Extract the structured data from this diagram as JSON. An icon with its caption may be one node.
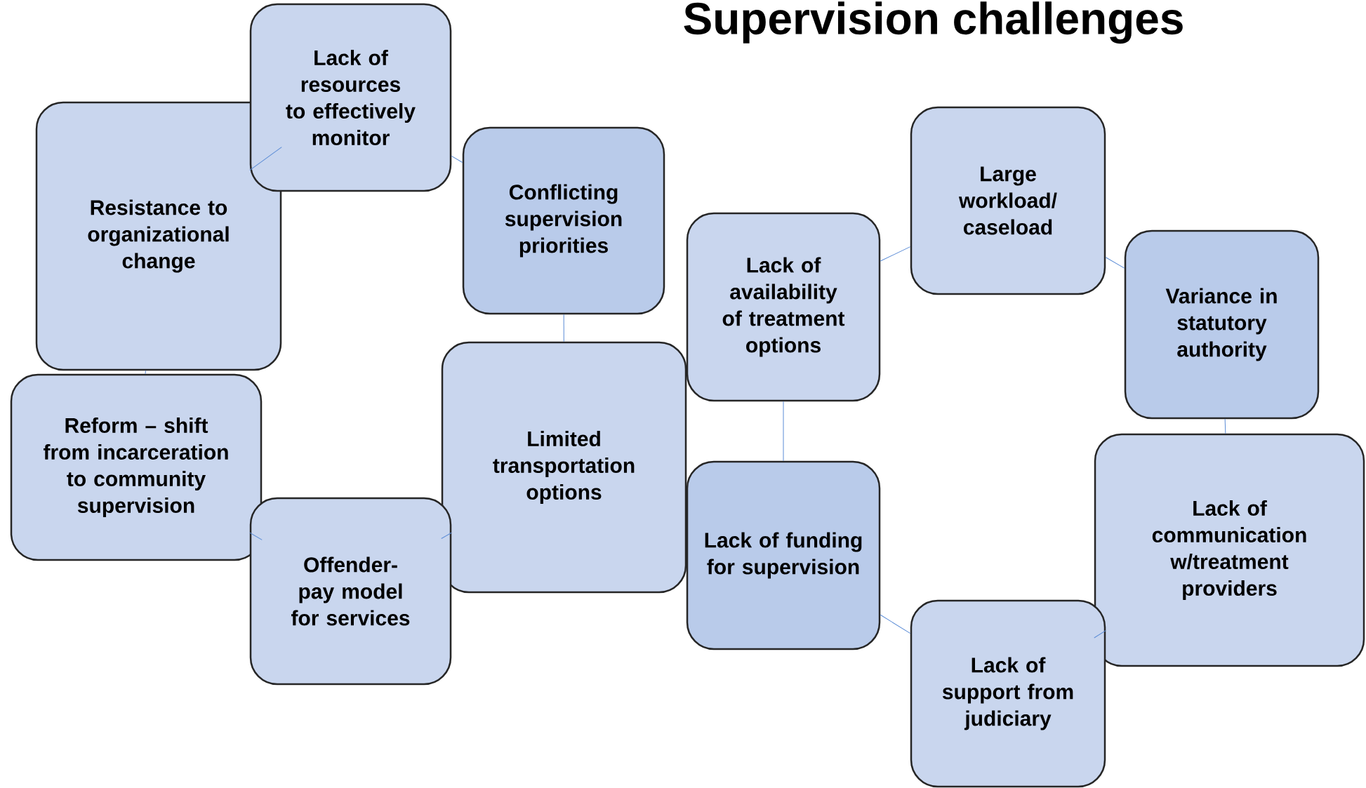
{
  "diagram": {
    "title": "Supervision challenges",
    "nodes": [
      {
        "text": [
          "Resistance to organizational change"
        ]
      },
      {
        "text": [
          "Lack of resources to effectively monitor"
        ]
      },
      {
        "text": [
          "Conflicting supervision priorities"
        ]
      },
      {
        "text": [
          "Limited transportation options"
        ]
      },
      {
        "text": [
          "Reform – shift from incarceration to community supervision"
        ]
      },
      {
        "text": [
          "Offender-pay model for services"
        ]
      },
      {
        "text": [
          "Lack of availability of treatment options"
        ]
      },
      {
        "text": [
          "Lack of funding for supervision"
        ]
      },
      {
        "text": [
          "Large workload/ caseload"
        ]
      },
      {
        "text": [
          "Variance in statutory authority"
        ]
      },
      {
        "text": [
          "Lack of communication w/treatment providers"
        ]
      },
      {
        "text": [
          "Lack of support from judiciary"
        ]
      }
    ],
    "edges": [
      {
        "from": 0,
        "to": 1,
        "arrow": "none"
      },
      {
        "from": 1,
        "to": 2,
        "arrow": "none"
      },
      {
        "from": 2,
        "to": 3,
        "arrow": "none"
      },
      {
        "from": 3,
        "to": 5,
        "arrow": "none"
      },
      {
        "from": 5,
        "to": 4,
        "arrow": "none"
      },
      {
        "from": 4,
        "to": 0,
        "arrow": "none"
      },
      {
        "from": 6,
        "to": 8,
        "arrow": "none"
      },
      {
        "from": 8,
        "to": 9,
        "arrow": "none"
      },
      {
        "from": 9,
        "to": 10,
        "arrow": "none"
      },
      {
        "from": 10,
        "to": 11,
        "arrow": "none"
      },
      {
        "from": 11,
        "to": 7,
        "arrow": "none"
      },
      {
        "from": 7,
        "to": 6,
        "arrow": "none"
      }
    ]
  }
}
